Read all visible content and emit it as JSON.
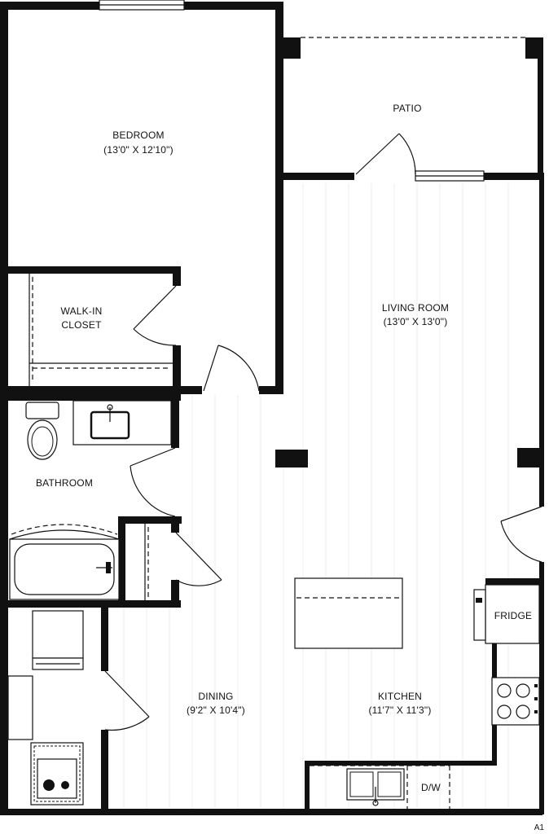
{
  "plan_code": "A1",
  "rooms": {
    "bedroom": {
      "name": "BEDROOM",
      "size": "(13'0\" X 12'10\")"
    },
    "patio": {
      "name": "PATIO"
    },
    "walk_in_closet": {
      "line1": "WALK-IN",
      "line2": "CLOSET"
    },
    "living_room": {
      "name": "LIVING ROOM",
      "size": "(13'0\" X 13'0\")"
    },
    "bathroom": {
      "name": "BATHROOM"
    },
    "dining": {
      "name": "DINING",
      "size": "(9'2\" X 10'4\")"
    },
    "kitchen": {
      "name": "KITCHEN",
      "size": "(11'7\" X 11'3\")"
    }
  },
  "appliances": {
    "fridge": "FRIDGE",
    "dishwasher": "D/W"
  },
  "icons": [
    "toilet-icon",
    "bath-sink-icon",
    "bathtub-icon",
    "washer-icon",
    "water-heater-icon",
    "range-icon",
    "kitchen-sink-icon",
    "fridge-icon"
  ]
}
